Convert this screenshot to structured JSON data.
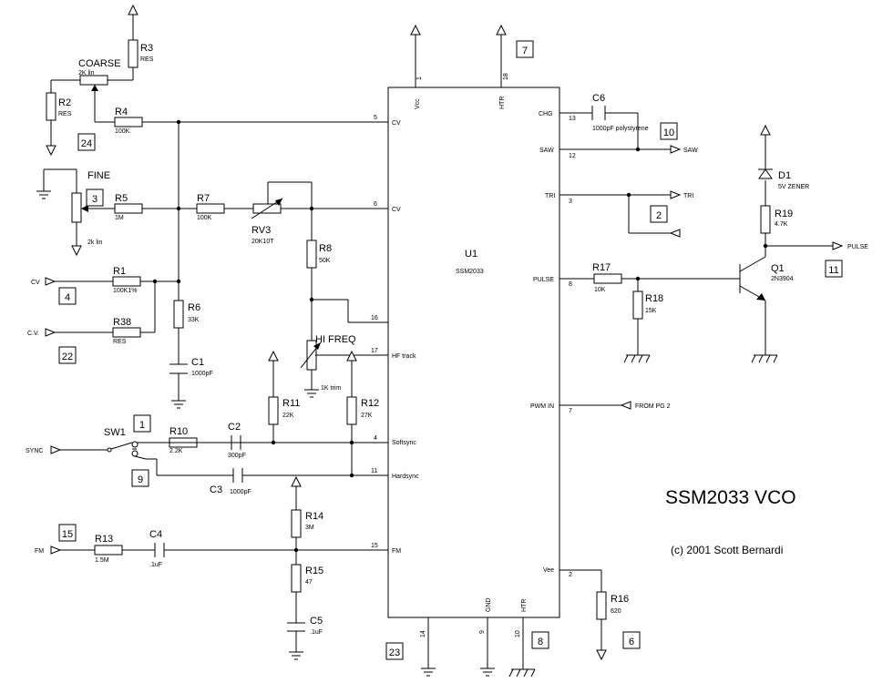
{
  "title": "SSM2033 VCO",
  "copyright": "(c) 2001 Scott Bernardi",
  "ic": {
    "ref": "U1",
    "part": "SSM2033"
  },
  "pins": {
    "vcc": {
      "num": "1",
      "name": "Vcc"
    },
    "htr_top": {
      "num": "18",
      "name": "HTR"
    },
    "cv1": {
      "num": "5",
      "name": "CV"
    },
    "cv2": {
      "num": "6",
      "name": "CV"
    },
    "p16": {
      "num": "16",
      "name": ""
    },
    "hftrack": {
      "num": "17",
      "name": "HF track"
    },
    "softsync": {
      "num": "4",
      "name": "Softsync"
    },
    "hardsync": {
      "num": "11",
      "name": "Hardsync"
    },
    "fm": {
      "num": "15",
      "name": "FM"
    },
    "chg": {
      "num": "13",
      "name": "CHG"
    },
    "saw": {
      "num": "12",
      "name": "SAW"
    },
    "tri": {
      "num": "3",
      "name": "TRI"
    },
    "pulse": {
      "num": "8",
      "name": "PULSE"
    },
    "pwmin": {
      "num": "7",
      "name": "PWM IN"
    },
    "vee": {
      "num": "2",
      "name": "Vee"
    },
    "p14": {
      "num": "14",
      "name": ""
    },
    "gnd": {
      "num": "9",
      "name": "GND"
    },
    "htr_bot": {
      "num": "10",
      "name": "HTR"
    }
  },
  "components": {
    "R1": {
      "ref": "R1",
      "value": "100K1%"
    },
    "R2": {
      "ref": "R2",
      "value": "RES"
    },
    "R3": {
      "ref": "R3",
      "value": "RES"
    },
    "R4": {
      "ref": "R4",
      "value": "100K"
    },
    "R5": {
      "ref": "R5",
      "value": "1M"
    },
    "R6": {
      "ref": "R6",
      "value": "33K"
    },
    "R7": {
      "ref": "R7",
      "value": "100K"
    },
    "R8": {
      "ref": "R8",
      "value": "50K"
    },
    "R10": {
      "ref": "R10",
      "value": "2.2K"
    },
    "R11": {
      "ref": "R11",
      "value": "22K"
    },
    "R12": {
      "ref": "R12",
      "value": "27K"
    },
    "R13": {
      "ref": "R13",
      "value": "1.5M"
    },
    "R14": {
      "ref": "R14",
      "value": "3M"
    },
    "R15": {
      "ref": "R15",
      "value": "47"
    },
    "R16": {
      "ref": "R16",
      "value": "620"
    },
    "R17": {
      "ref": "R17",
      "value": "10K"
    },
    "R18": {
      "ref": "R18",
      "value": "15K"
    },
    "R19": {
      "ref": "R19",
      "value": "4.7K"
    },
    "R38": {
      "ref": "R38",
      "value": "RES"
    },
    "C1": {
      "ref": "C1",
      "value": "1000pF"
    },
    "C2": {
      "ref": "C2",
      "value": "300pF"
    },
    "C3": {
      "ref": "C3",
      "value": "1000pF"
    },
    "C4": {
      "ref": "C4",
      "value": ".1uF"
    },
    "C5": {
      "ref": "C5",
      "value": ".1uF"
    },
    "C6": {
      "ref": "C6",
      "value": "1000pF polystyrene"
    },
    "RV3": {
      "ref": "RV3",
      "value": "20K10T"
    },
    "COARSE": {
      "ref": "COARSE",
      "value": "2K lin"
    },
    "FINE": {
      "ref": "FINE",
      "value": "2k lin"
    },
    "HIFREQ": {
      "ref": "HI FREQ",
      "value": "1K trim"
    },
    "D1": {
      "ref": "D1",
      "value": "5V ZENER"
    },
    "Q1": {
      "ref": "Q1",
      "value": "2N3904"
    },
    "SW1": {
      "ref": "SW1",
      "value": ""
    }
  },
  "signals": {
    "cv": "CV",
    "cv2": "C.V.",
    "sync": "SYNC",
    "fm": "FM",
    "saw": "SAW",
    "tri": "TRI",
    "pulse": "PULSE",
    "fromPG2": "FROM PG 2"
  },
  "boxes": [
    "24",
    "3",
    "4",
    "22",
    "1",
    "9",
    "15",
    "7",
    "10",
    "2",
    "11",
    "6",
    "8",
    "23"
  ]
}
